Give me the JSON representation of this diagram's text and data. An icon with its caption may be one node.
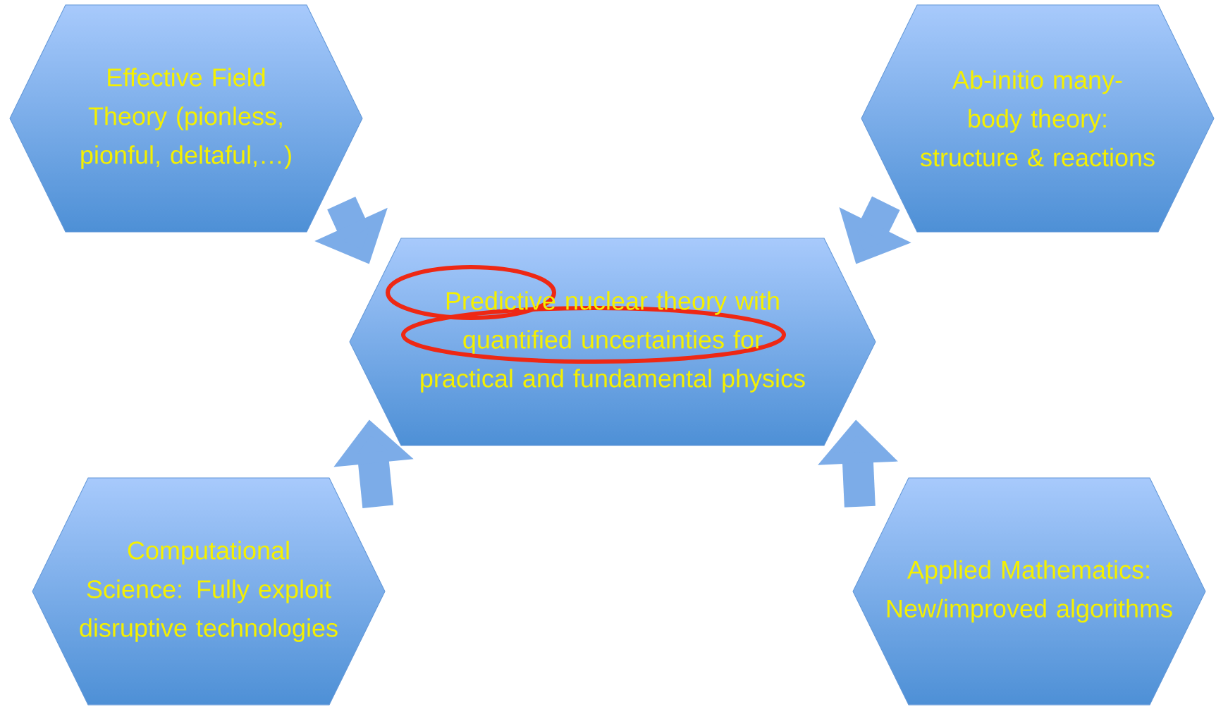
{
  "diagram": {
    "nodes": [
      {
        "text": [
          "Effective Field Theory (pionless, pionful, deltaful,…)"
        ]
      },
      {
        "text": [
          "Ab-initio many-body theory: structure & reactions"
        ]
      },
      {
        "text": [
          "Predictive nuclear theory with quantified uncertainties for practical and fundamental physics"
        ]
      },
      {
        "text": [
          "Computational Science: Fully exploit disruptive technologies"
        ]
      },
      {
        "text": [
          "Applied Mathematics: New/improved algorithms"
        ]
      }
    ],
    "edges": [
      {
        "from": 0,
        "to": 2,
        "arrow": "to"
      },
      {
        "from": 1,
        "to": 2,
        "arrow": "to"
      },
      {
        "from": 3,
        "to": 2,
        "arrow": "to"
      },
      {
        "from": 4,
        "to": 2,
        "arrow": "to"
      }
    ]
  }
}
